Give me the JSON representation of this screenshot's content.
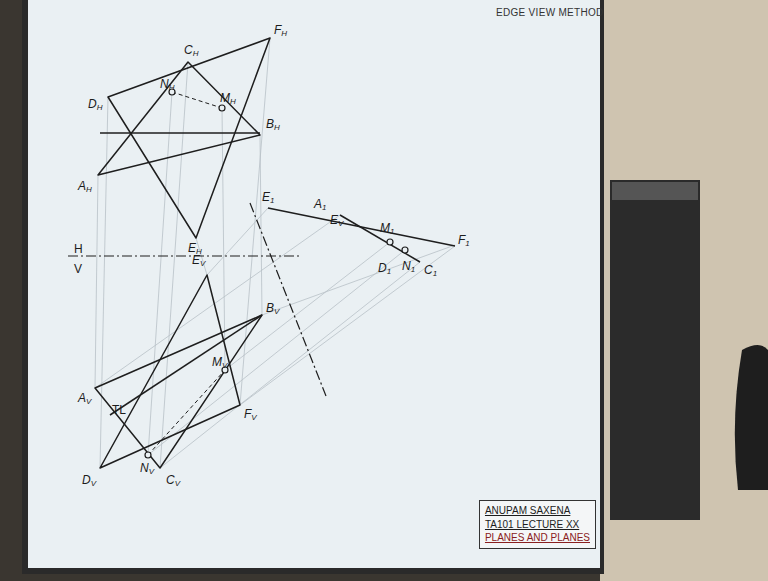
{
  "diagram": {
    "nodes": [
      {
        "text": [
          "ANUPAM SAXENA",
          "TA101 LECTURE XX",
          "PLANES AND PLANES"
        ]
      }
    ],
    "labels": [
      "EDGE VIEW METHOD",
      "FH",
      "CH",
      "NH",
      "MH",
      "DH",
      "BH",
      "AH",
      "EH",
      "H",
      "V",
      "E1",
      "A1",
      "EV",
      "M1",
      "F1",
      "D1",
      "N1",
      "C1",
      "EV",
      "BV",
      "MV",
      "AV",
      "TL",
      "FV",
      "DV",
      "NV",
      "CV"
    ]
  }
}
